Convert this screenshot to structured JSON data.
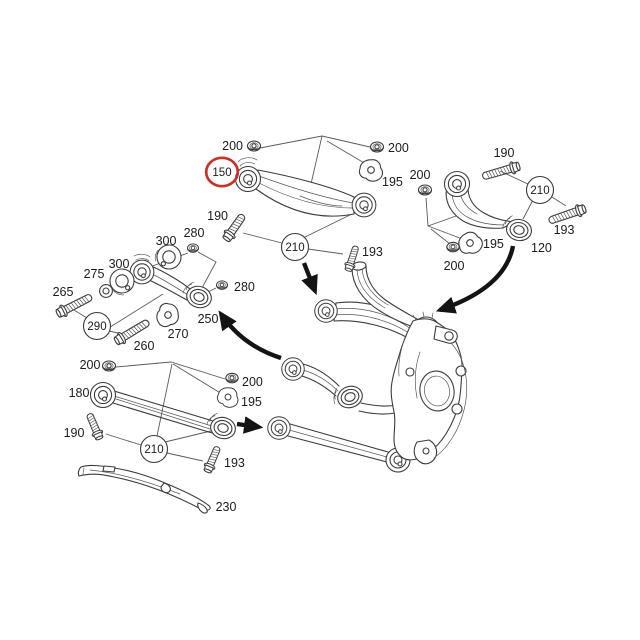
{
  "colors": {
    "highlight": "#c5332b",
    "ink": "#3c3c3c",
    "arrow": "#141414"
  },
  "labels": {
    "top_link": {
      "nut_left": "200",
      "nut_right": "200",
      "washer": "195",
      "highlighted_part": "150",
      "bolt_upper": "190",
      "callout": "210",
      "bolt_lower": "193"
    },
    "upper_right_link": {
      "bolt_upper": "190",
      "nut_upper": "200",
      "callout": "210",
      "bolt_lower": "193",
      "washer": "195",
      "nut_lower": "200",
      "part": "120"
    },
    "track_rod": {
      "disc_upper": "300",
      "nut_upper": "280",
      "disc_lower": "300",
      "washer": "275",
      "nut_right": "280",
      "bolt_upper": "265",
      "callout": "290",
      "bolt_lower": "260",
      "cam_washer": "270",
      "part": "250"
    },
    "lower_link": {
      "nut_left": "200",
      "part": "180",
      "nut_right": "200",
      "washer": "195",
      "bolt_upper": "190",
      "callout": "210",
      "bolt_lower": "193"
    },
    "cover_part": "230"
  }
}
